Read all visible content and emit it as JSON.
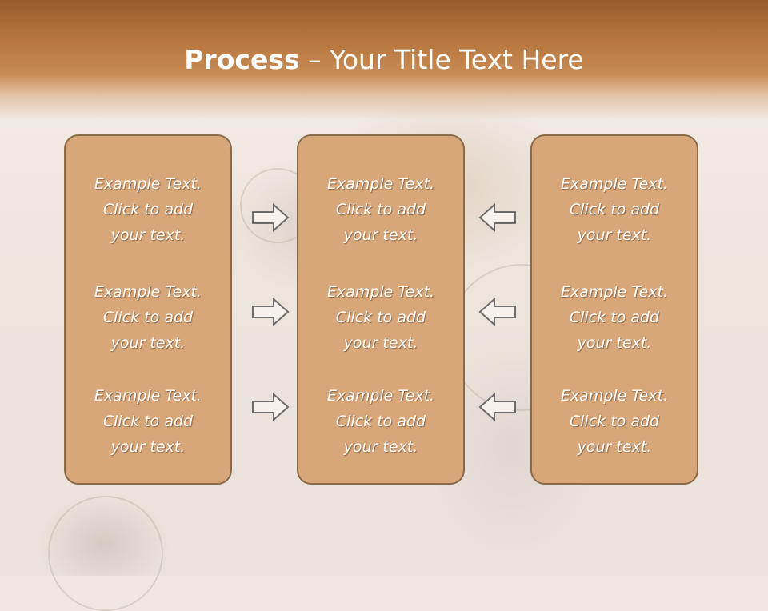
{
  "slide": {
    "title_bold": "Process",
    "title_dash": " – ",
    "title_rest": "Your Title Text Here"
  },
  "columns": [
    {
      "blocks": [
        {
          "line1": "Example Text.",
          "line2": "Click  to add",
          "line3": "your text."
        },
        {
          "line1": "Example Text.",
          "line2": "Click  to add",
          "line3": "your text."
        },
        {
          "line1": "Example Text.",
          "line2": "Click  to add",
          "line3": "your text."
        }
      ]
    },
    {
      "blocks": [
        {
          "line1": "Example Text.",
          "line2": "Click  to add",
          "line3": "your text."
        },
        {
          "line1": "Example Text.",
          "line2": "Click  to add",
          "line3": "your text."
        },
        {
          "line1": "Example Text.",
          "line2": "Click  to add",
          "line3": "your text."
        }
      ]
    },
    {
      "blocks": [
        {
          "line1": "Example Text.",
          "line2": "Click  to add",
          "line3": "your text."
        },
        {
          "line1": "Example Text.",
          "line2": "Click  to add",
          "line3": "your text."
        },
        {
          "line1": "Example Text.",
          "line2": "Click  to add",
          "line3": "your text."
        }
      ]
    }
  ],
  "arrows": {
    "left_group": "arrow-right-icon",
    "right_group": "arrow-left-icon"
  },
  "colors": {
    "header": "#b7773f",
    "card_fill": "#d7a679",
    "card_border": "#8a6a48",
    "text": "#ffffff"
  }
}
